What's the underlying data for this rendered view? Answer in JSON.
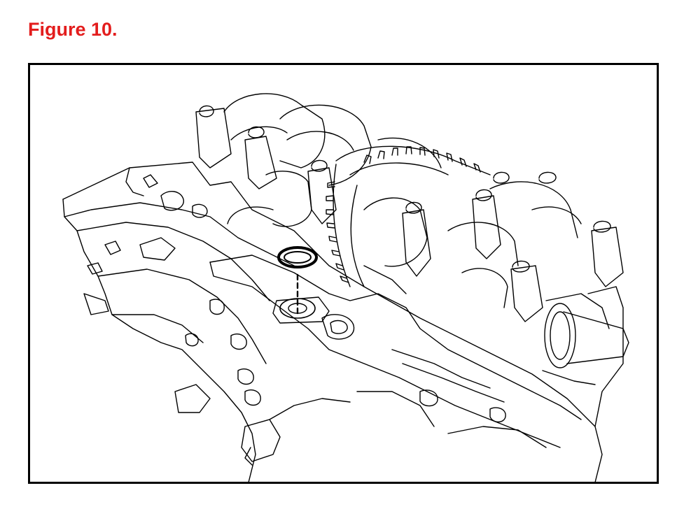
{
  "figure": {
    "title": "Figure 10."
  },
  "colors": {
    "title": "#e31d1d",
    "line": "#000000",
    "background": "#ffffff"
  },
  "illustration": {
    "subject": "engine-lower-crankcase-with-crankshaft",
    "callout_part": "o-ring-seal",
    "indicator": "dashed-installation-line"
  }
}
